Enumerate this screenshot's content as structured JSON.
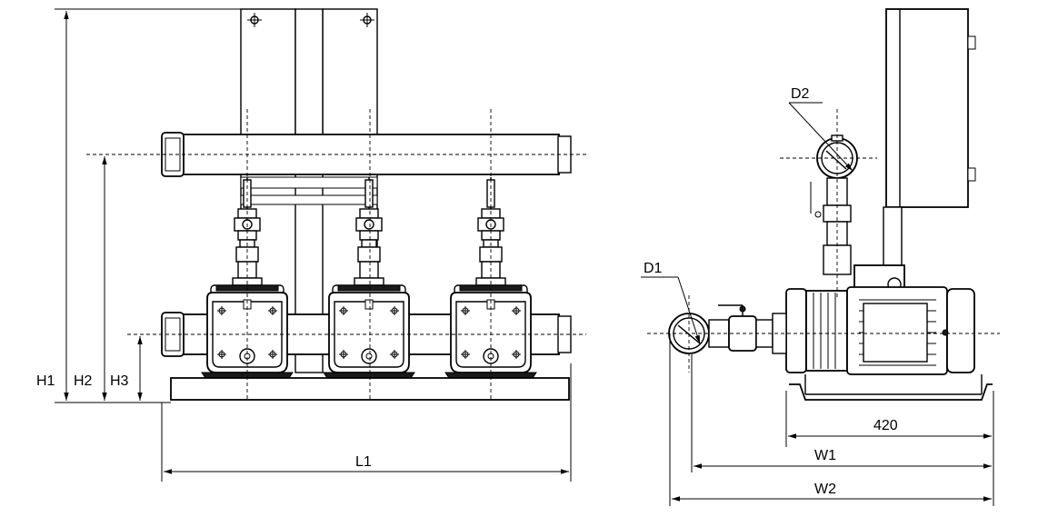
{
  "dimensions": {
    "h1": "H1",
    "h2": "H2",
    "h3": "H3",
    "l1": "L1",
    "d1": "D1",
    "d2": "D2",
    "base_width": "420",
    "w1": "W1",
    "w2": "W2"
  },
  "pump_count": 3
}
